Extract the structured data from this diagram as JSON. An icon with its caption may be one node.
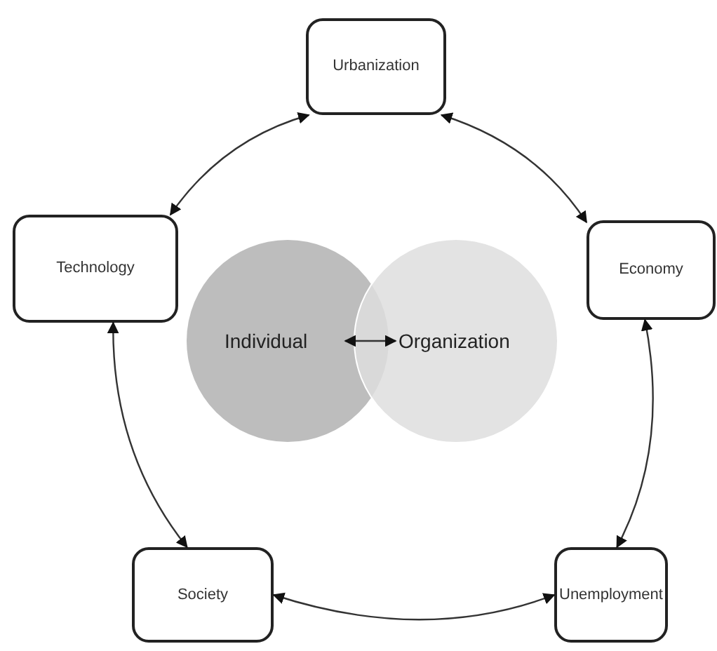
{
  "diagram": {
    "nodes": [
      {
        "text": [
          "Urbanization"
        ]
      },
      {
        "text": [
          "Economy"
        ]
      },
      {
        "text": [
          "Unemployment"
        ]
      },
      {
        "text": [
          "Society"
        ]
      },
      {
        "text": [
          "Technology"
        ]
      },
      {
        "text": [
          "Individual"
        ]
      },
      {
        "text": [
          "Organization"
        ]
      }
    ],
    "edges": [
      {
        "from": 4,
        "to": 0,
        "arrow": "both"
      },
      {
        "from": 0,
        "to": 1,
        "arrow": "both"
      },
      {
        "from": 1,
        "to": 2,
        "arrow": "both"
      },
      {
        "from": 2,
        "to": 3,
        "arrow": "both"
      },
      {
        "from": 3,
        "to": 4,
        "arrow": "both"
      },
      {
        "from": 5,
        "to": 6,
        "arrow": "both"
      }
    ]
  }
}
